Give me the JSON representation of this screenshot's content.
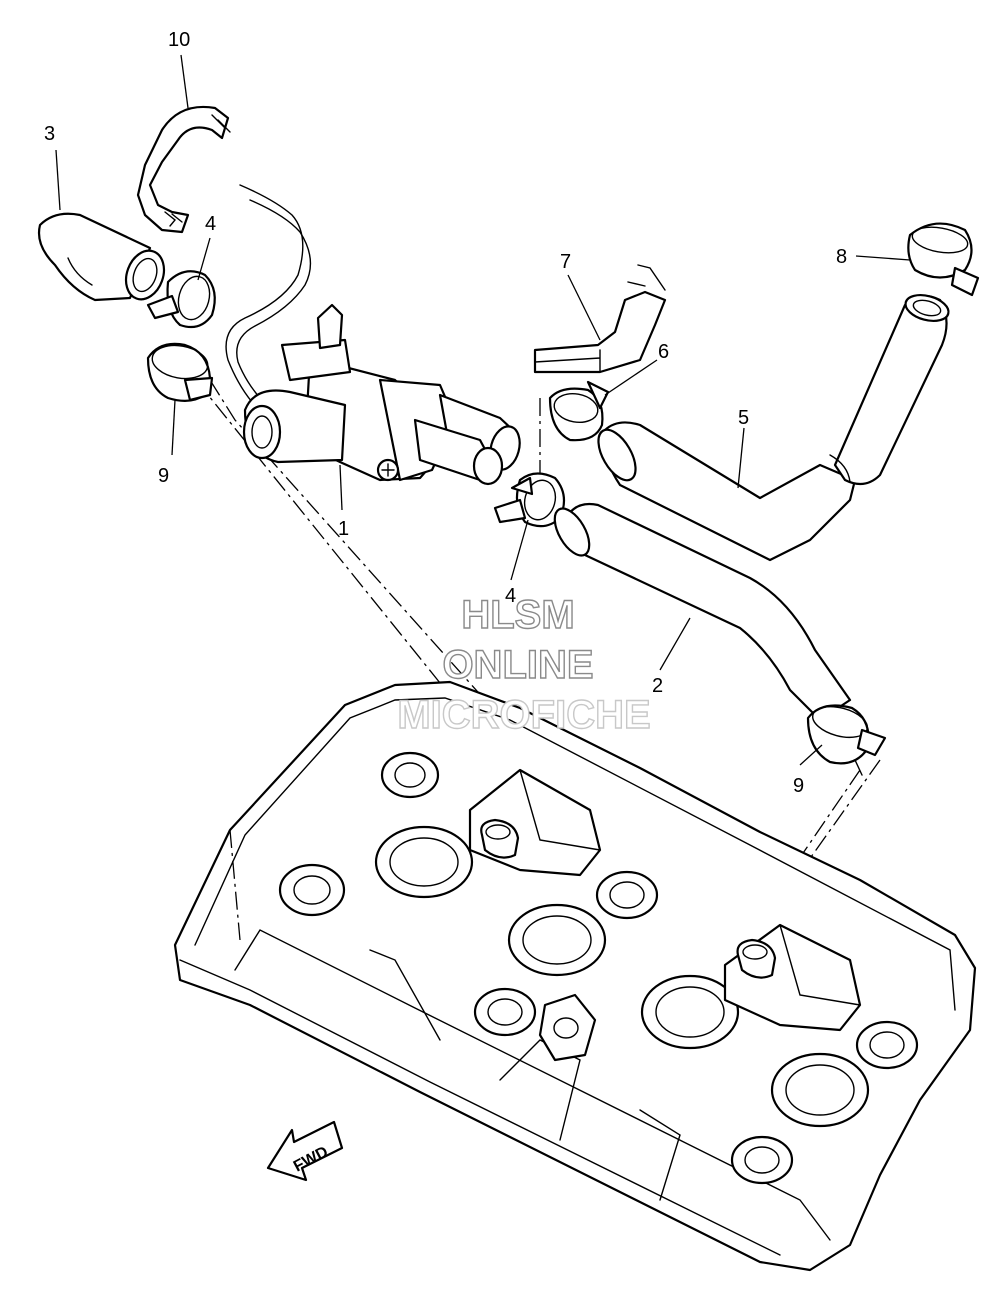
{
  "callouts": {
    "c1": "1",
    "c2": "2",
    "c3": "3",
    "c4a": "4",
    "c4b": "4",
    "c5": "5",
    "c6": "6",
    "c7": "7",
    "c8": "8",
    "c9a": "9",
    "c9b": "9",
    "c10": "10"
  },
  "watermark": {
    "line1": "HLSM",
    "line2": "ONLINE",
    "line3": "MICROFICHE"
  },
  "direction_label": "FWD",
  "colors": {
    "line": "#000000",
    "background": "#ffffff",
    "watermark": "#8a8a8a"
  }
}
